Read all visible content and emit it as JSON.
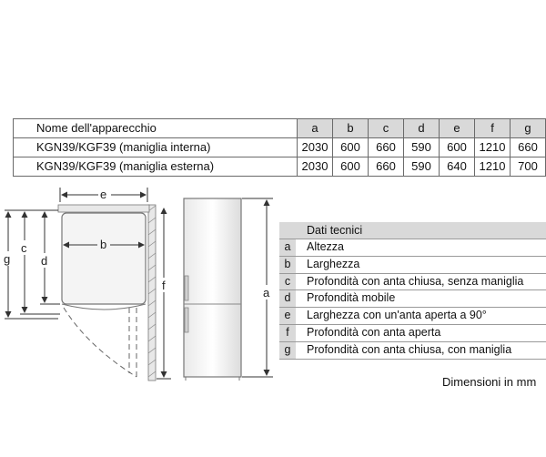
{
  "table": {
    "header": {
      "name": "Nome dell'apparecchio",
      "cols": [
        "a",
        "b",
        "c",
        "d",
        "e",
        "f",
        "g"
      ]
    },
    "rows": [
      {
        "name": "KGN39/KGF39 (maniglia interna)",
        "values": [
          "2030",
          "600",
          "660",
          "590",
          "600",
          "1210",
          "660"
        ]
      },
      {
        "name": "KGN39/KGF39 (maniglia esterna)",
        "values": [
          "2030",
          "600",
          "660",
          "590",
          "640",
          "1210",
          "700"
        ]
      }
    ]
  },
  "legend": {
    "title": "Dati tecnici",
    "items": [
      {
        "letter": "a",
        "text": "Altezza"
      },
      {
        "letter": "b",
        "text": "Larghezza"
      },
      {
        "letter": "c",
        "text": "Profondità con anta chiusa, senza maniglia"
      },
      {
        "letter": "d",
        "text": "Profondità mobile"
      },
      {
        "letter": "e",
        "text": "Larghezza con un'anta aperta a 90°"
      },
      {
        "letter": "f",
        "text": "Profondità con anta aperta"
      },
      {
        "letter": "g",
        "text": "Profondità con anta chiusa, con maniglia"
      }
    ]
  },
  "drawing": {
    "labels": {
      "a": "a",
      "b": "b",
      "c": "c",
      "d": "d",
      "e": "e",
      "f": "f",
      "g": "g"
    }
  },
  "units": "Dimensioni in mm"
}
